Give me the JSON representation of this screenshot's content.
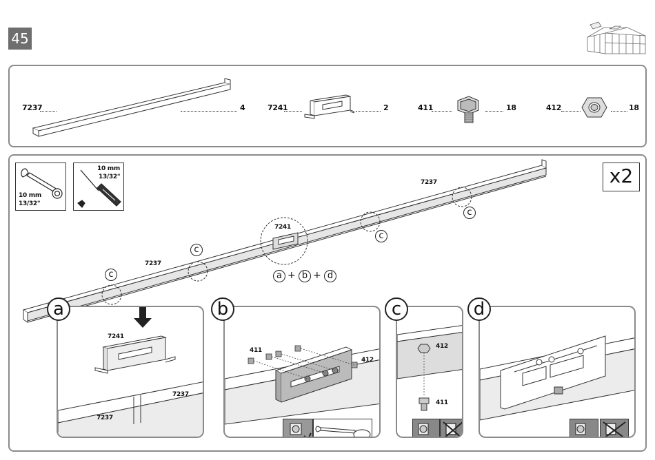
{
  "page_number": "45",
  "parts": [
    {
      "code": "7237",
      "qty": "4"
    },
    {
      "code": "7241",
      "qty": "2"
    },
    {
      "code": "411",
      "qty": "18"
    },
    {
      "code": "412",
      "qty": "18"
    }
  ],
  "tools": {
    "wrench": {
      "size_mm": "10 mm",
      "size_in": "13/32\""
    },
    "socket_driver": {
      "size_mm": "10 mm",
      "size_in": "13/32\""
    }
  },
  "multiplier": "x2",
  "overview": {
    "rail_label_top": "7237",
    "rail_label_left": "7237",
    "bracket_label": "7241",
    "callout_letter": "c",
    "sequence": [
      "a",
      "+",
      "b",
      "+",
      "d"
    ]
  },
  "steps": {
    "a": {
      "letter": "a",
      "bracket": "7241",
      "rail_right": "7237",
      "rail_left": "7237"
    },
    "b": {
      "letter": "b",
      "bolt": "411",
      "nut": "412"
    },
    "c": {
      "letter": "c",
      "nut": "412",
      "bolt": "411"
    },
    "d": {
      "letter": "d"
    }
  },
  "colors": {
    "frame": "#8a8a8a",
    "page_badge": "#6e6e6e",
    "rail_fill": "#e6e6e6"
  }
}
